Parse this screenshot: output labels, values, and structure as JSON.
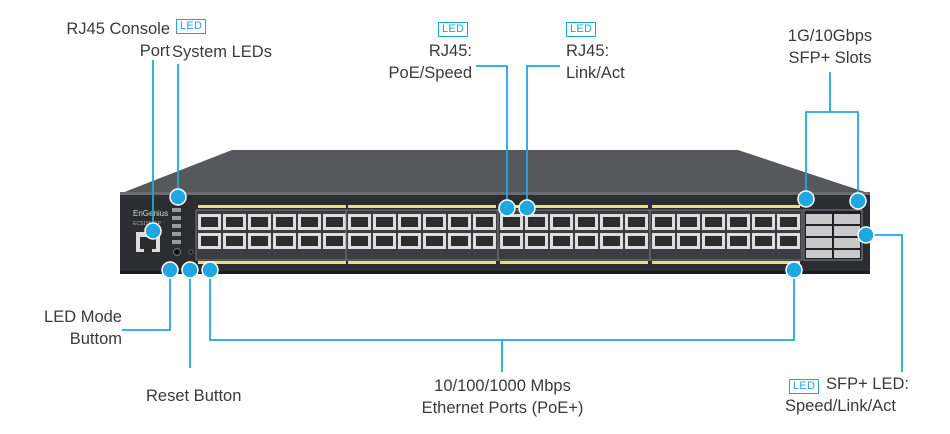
{
  "callouts": {
    "console_port": {
      "line1": "RJ45 Console",
      "line2": "Port"
    },
    "system_leds": {
      "badge": "LED",
      "text": "System LEDs"
    },
    "poe_speed": {
      "badge": "LED",
      "line1": "RJ45:",
      "line2": "PoE/Speed"
    },
    "link_act": {
      "badge": "LED",
      "line1": "RJ45:",
      "line2": "Link/Act"
    },
    "sfp_slots": {
      "line1": "1G/10Gbps",
      "line2": "SFP+ Slots"
    },
    "led_mode": {
      "line1": "LED Mode",
      "line2": "Buttom"
    },
    "reset": {
      "text": "Reset Button"
    },
    "ethernet": {
      "line1": "10/100/1000 Mbps",
      "line2": "Ethernet Ports (PoE+)"
    },
    "sfp_led": {
      "badge": "LED",
      "line1": "SFP+ LED:",
      "line2": "Speed/Link/Act"
    }
  },
  "device": {
    "brand": "EnGenius",
    "model": "ECS1552FP"
  },
  "colors": {
    "accent": "#1ea7e1",
    "chassis_front": "#2b2d30",
    "chassis_top": "#4a4c50",
    "led_strip": "#e8e07a"
  }
}
